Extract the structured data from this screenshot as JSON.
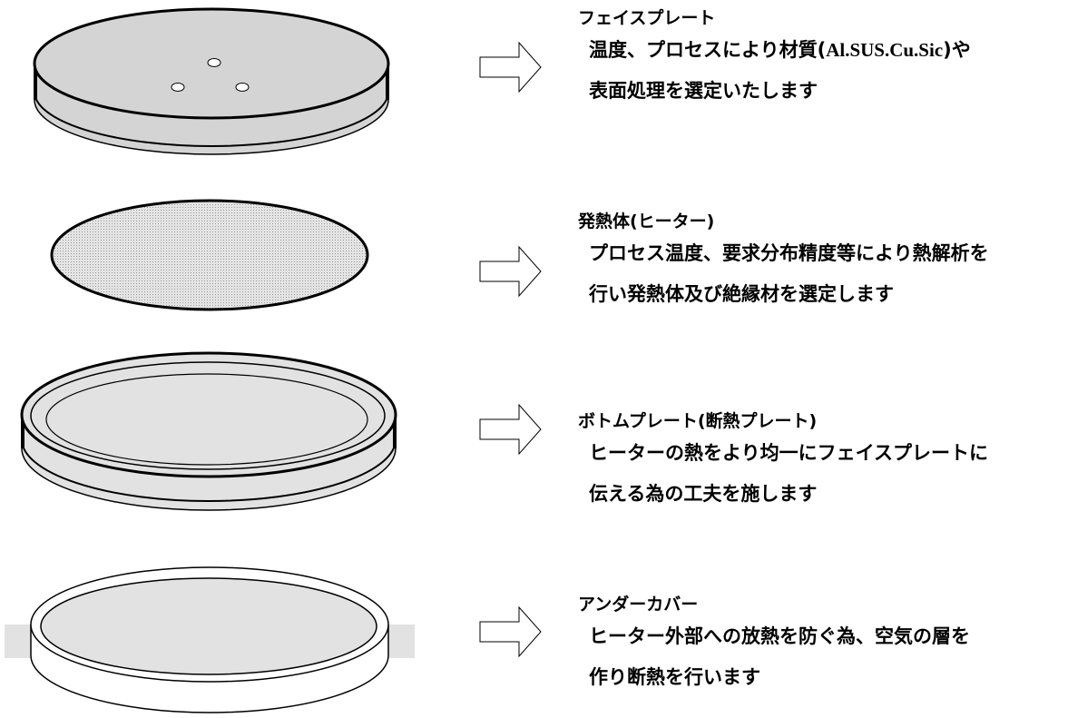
{
  "parts": [
    {
      "id": "face-plate",
      "title": "フェイスプレート",
      "line1_a": "温度、プロセスにより材質(",
      "line1_b": "Al.SUS.Cu.Sic",
      "line1_c": ")や",
      "line2": "表面処理を選定いたします"
    },
    {
      "id": "heater",
      "title": "発熱体(ヒーター)",
      "line1": "プロセス温度、要求分布精度等により熱解析を",
      "line2": "行い発熱体及び絶縁材を選定します"
    },
    {
      "id": "bottom-plate",
      "title": "ボトムプレート(断熱プレート)",
      "line1": "ヒーターの熱をより均一にフェイスプレートに",
      "line2": "伝える為の工夫を施します"
    },
    {
      "id": "under-cover",
      "title": "アンダーカバー",
      "line1": "ヒーター外部への放熱を防ぐ為、空気の層を",
      "line2": "作り断熱を行います"
    }
  ],
  "colors": {
    "face_plate_fill": "#d4d4d4",
    "heater_fill": "#d6d6d6",
    "bottom_plate_fill": "#e2e2e2",
    "under_cover_fill": "#e2e2e2",
    "outline": "#000000"
  }
}
